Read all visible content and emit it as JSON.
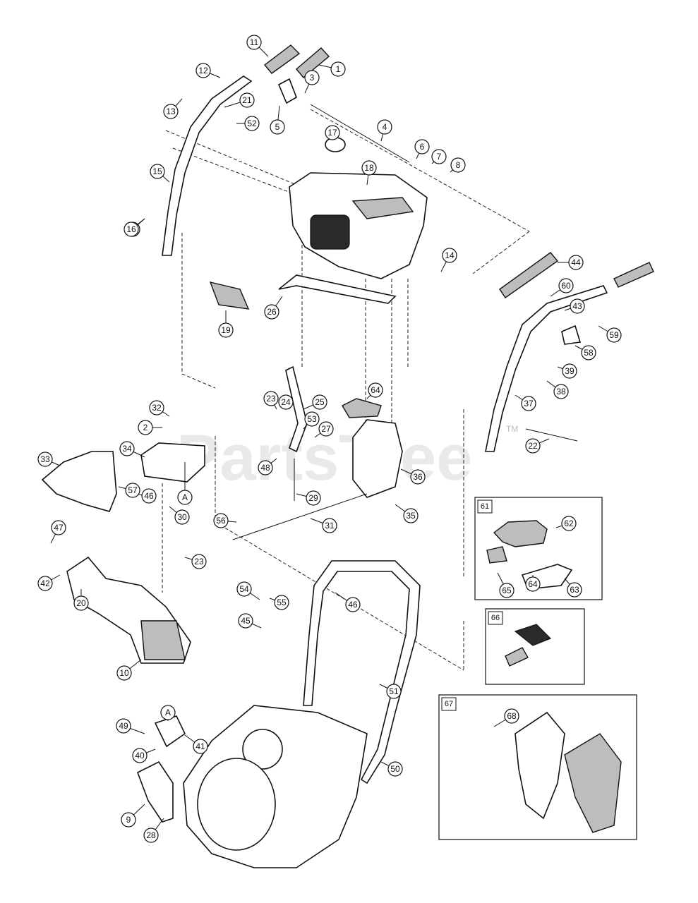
{
  "watermark": {
    "text": "PartsTree",
    "tm": "TM"
  },
  "callouts": [
    {
      "num": "1"
    },
    {
      "num": "2"
    },
    {
      "num": "3"
    },
    {
      "num": "4"
    },
    {
      "num": "5"
    },
    {
      "num": "6"
    },
    {
      "num": "7"
    },
    {
      "num": "8"
    },
    {
      "num": "9"
    },
    {
      "num": "10"
    },
    {
      "num": "11"
    },
    {
      "num": "12"
    },
    {
      "num": "13"
    },
    {
      "num": "14"
    },
    {
      "num": "15"
    },
    {
      "num": "16"
    },
    {
      "num": "17"
    },
    {
      "num": "18"
    },
    {
      "num": "19"
    },
    {
      "num": "20"
    },
    {
      "num": "21"
    },
    {
      "num": "22"
    },
    {
      "num": "23"
    },
    {
      "num": "23"
    },
    {
      "num": "24"
    },
    {
      "num": "25"
    },
    {
      "num": "26"
    },
    {
      "num": "27"
    },
    {
      "num": "28"
    },
    {
      "num": "29"
    },
    {
      "num": "30"
    },
    {
      "num": "31"
    },
    {
      "num": "32"
    },
    {
      "num": "33"
    },
    {
      "num": "34"
    },
    {
      "num": "35"
    },
    {
      "num": "36"
    },
    {
      "num": "37"
    },
    {
      "num": "38"
    },
    {
      "num": "39"
    },
    {
      "num": "40"
    },
    {
      "num": "41"
    },
    {
      "num": "42"
    },
    {
      "num": "43"
    },
    {
      "num": "44"
    },
    {
      "num": "45"
    },
    {
      "num": "46"
    },
    {
      "num": "46"
    },
    {
      "num": "47"
    },
    {
      "num": "48"
    },
    {
      "num": "49"
    },
    {
      "num": "50"
    },
    {
      "num": "51"
    },
    {
      "num": "52"
    },
    {
      "num": "53"
    },
    {
      "num": "54"
    },
    {
      "num": "55"
    },
    {
      "num": "56"
    },
    {
      "num": "57"
    },
    {
      "num": "58"
    },
    {
      "num": "59"
    },
    {
      "num": "60"
    },
    {
      "num": "62"
    },
    {
      "num": "63"
    },
    {
      "num": "64"
    },
    {
      "num": "64"
    },
    {
      "num": "65"
    },
    {
      "num": "68"
    },
    {
      "num": "16"
    }
  ],
  "references": [
    {
      "label": "A"
    },
    {
      "label": "A"
    }
  ],
  "kits": [
    {
      "label": "61"
    },
    {
      "label": "66"
    },
    {
      "label": "67"
    }
  ]
}
